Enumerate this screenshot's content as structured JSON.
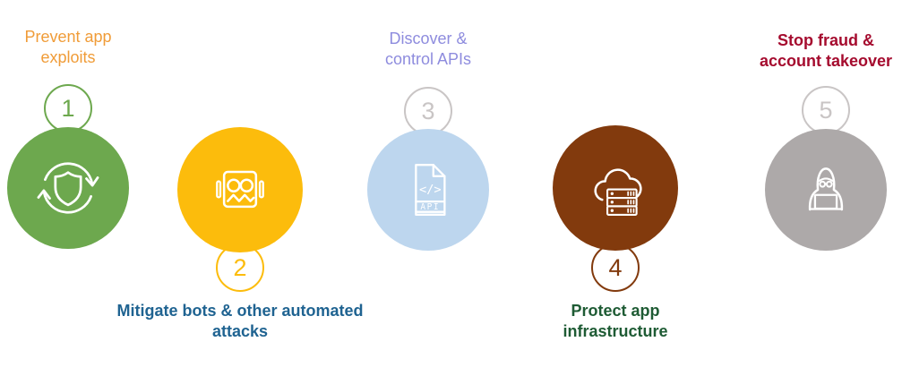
{
  "diagram": {
    "steps": [
      {
        "number": "1",
        "label": "Prevent app exploits",
        "circle_color": "#6DA84E",
        "badge_color": "#6DA84E",
        "label_color": "#F09C38",
        "icon": "shield-refresh-icon"
      },
      {
        "number": "2",
        "label": "Mitigate bots & other automated attacks",
        "circle_color": "#FCBC0C",
        "badge_color": "#FCBC0C",
        "label_color": "#1F6391",
        "icon": "robot-icon"
      },
      {
        "number": "3",
        "label": "Discover & control APIs",
        "circle_color": "#BDD6EE",
        "badge_color": "#C9C5C5",
        "label_color": "#8E8CDE",
        "icon": "api-file-icon"
      },
      {
        "number": "4",
        "label": "Protect app infrastructure",
        "circle_color": "#823A0D",
        "badge_color": "#823A0D",
        "label_color": "#1E5B34",
        "icon": "cloud-server-icon"
      },
      {
        "number": "5",
        "label": "Stop fraud & account takeover",
        "circle_color": "#ADA9A9",
        "badge_color": "#C9C5C5",
        "label_color": "#A50B2E",
        "icon": "hacker-icon"
      }
    ],
    "api_icon": {
      "code_text": "</>",
      "file_text": "API"
    }
  }
}
